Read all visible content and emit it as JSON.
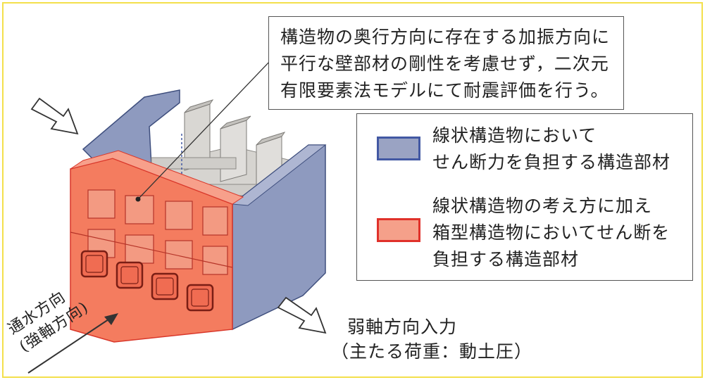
{
  "callout": {
    "lines": [
      "構造物の奥行方向に存在する加振方向に",
      "平行な壁部材の剛性を考慮せず，二次元",
      "有限要素法モデルにて耐震評価を行う。"
    ]
  },
  "legend": {
    "items": [
      {
        "color": "#9aa3c3",
        "border": "#4258a3",
        "lines": [
          "線状構造物において",
          "せん断力を負担する構造部材"
        ]
      },
      {
        "color": "#f5a08a",
        "border": "#e0312a",
        "lines": [
          "線状構造物の考え方に加え",
          "箱型構造物においてせん断を",
          "負担する構造部材"
        ]
      }
    ]
  },
  "weak_axis": {
    "line1": "弱軸方向入力",
    "line2": "（主たる荷重：動土圧）"
  },
  "strong_axis": {
    "line1": "通水方向",
    "line2": "(強軸方向)"
  },
  "colors": {
    "frame": "#f3e04c",
    "blue_member": "#8e9abf",
    "red_member": "#f47c5f",
    "interior": "#d2d0cc"
  }
}
